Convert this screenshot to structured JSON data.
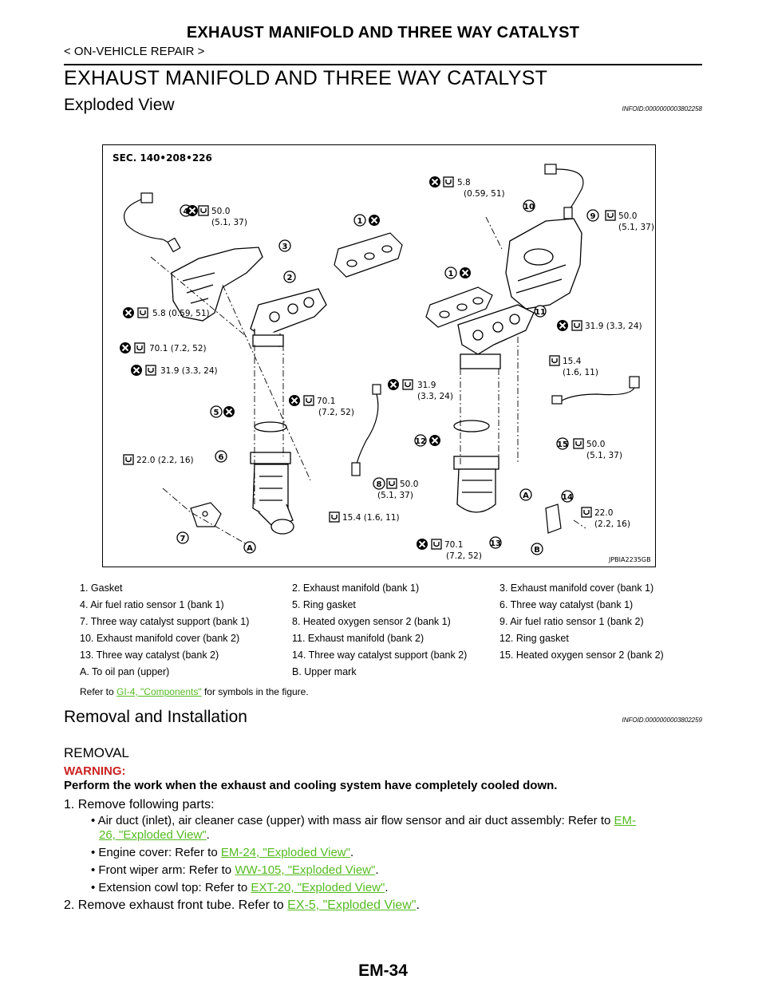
{
  "header": {
    "title": "EXHAUST MANIFOLD AND THREE WAY CATALYST",
    "breadcrumb": "< ON-VEHICLE REPAIR >"
  },
  "section_title": "EXHAUST MANIFOLD AND THREE WAY CATALYST",
  "exploded": {
    "title": "Exploded View",
    "info_id": "INFOID:0000000003802258"
  },
  "figure": {
    "sec_label": "SEC. 140•208•226",
    "figure_id": "JPBIA2235GB",
    "torques": [
      {
        "id": "t1",
        "line1": "5.8",
        "line2": "(0.59, 51)"
      },
      {
        "id": "t2",
        "line1": "50.0",
        "line2": "(5.1, 37)"
      },
      {
        "id": "t3",
        "line1": "50.0",
        "line2": "(5.1, 37)"
      },
      {
        "id": "t4",
        "line1": "5.8 (0.59, 51)",
        "line2": ""
      },
      {
        "id": "t5",
        "line1": "31.9 (3.3, 24)",
        "line2": ""
      },
      {
        "id": "t6",
        "line1": "70.1 (7.2, 52)",
        "line2": ""
      },
      {
        "id": "t7",
        "line1": "15.4",
        "line2": "(1.6, 11)"
      },
      {
        "id": "t8",
        "line1": "31.9 (3.3, 24)",
        "line2": ""
      },
      {
        "id": "t9",
        "line1": "31.9",
        "line2": "(3.3, 24)"
      },
      {
        "id": "t10",
        "line1": "70.1",
        "line2": "(7.2, 52)"
      },
      {
        "id": "t11",
        "line1": "50.0",
        "line2": "(5.1, 37)"
      },
      {
        "id": "t12",
        "line1": "22.0 (2.2, 16)",
        "line2": ""
      },
      {
        "id": "t13",
        "line1": "50.0",
        "line2": "(5.1, 37)"
      },
      {
        "id": "t14",
        "line1": "22.0",
        "line2": "(2.2, 16)"
      },
      {
        "id": "t15",
        "line1": "15.4 (1.6, 11)",
        "line2": ""
      },
      {
        "id": "t16",
        "line1": "70.1",
        "line2": "(7.2, 52)"
      }
    ],
    "callouts": [
      "1",
      "1",
      "2",
      "3",
      "4",
      "5",
      "6",
      "7",
      "8",
      "9",
      "10",
      "11",
      "12",
      "13",
      "14",
      "15",
      "A",
      "A",
      "B"
    ]
  },
  "legend": {
    "rows": [
      [
        "1. Gasket",
        "2. Exhaust manifold (bank 1)",
        "3. Exhaust manifold cover (bank 1)"
      ],
      [
        "4. Air fuel ratio sensor 1 (bank 1)",
        "5. Ring gasket",
        "6. Three way catalyst (bank 1)"
      ],
      [
        "7. Three way catalyst support (bank 1)",
        "8. Heated oxygen sensor 2 (bank 1)",
        "9. Air fuel ratio sensor 1 (bank 2)"
      ],
      [
        "10. Exhaust manifold cover (bank 2)",
        "11. Exhaust manifold (bank 2)",
        "12. Ring gasket"
      ],
      [
        "13. Three way catalyst (bank 2)",
        "14. Three way catalyst support (bank 2)",
        "15. Heated oxygen sensor 2 (bank 2)"
      ],
      [
        "A. To oil pan (upper)",
        "B. Upper mark",
        ""
      ]
    ],
    "refer_prefix": "Refer to ",
    "refer_link": "GI-4, \"Components\"",
    "refer_suffix": " for symbols in the figure."
  },
  "removal_section": {
    "title": "Removal and Installation",
    "info_id": "INFOID:0000000003802259",
    "heading": "REMOVAL",
    "warning_label": "WARNING:",
    "warning_text": "Perform the work when the exhaust and cooling system have completely cooled down.",
    "step1": "1.  Remove following parts:",
    "bullets": [
      {
        "text": "• Air duct (inlet), air cleaner case (upper) with mass air flow sensor and air duct assembly: Refer to ",
        "link": "EM-",
        "link2": "26, \"Exploded View\"",
        "end": "."
      },
      {
        "text": "• Engine cover: Refer to ",
        "link": "EM-24, \"Exploded View\"",
        "end": "."
      },
      {
        "text": "• Front wiper arm: Refer to ",
        "link": "WW-105, \"Exploded View\"",
        "end": "."
      },
      {
        "text": "• Extension cowl top: Refer to ",
        "link": "EXT-20, \"Exploded View\"",
        "end": "."
      }
    ],
    "step2_text": "2.  Remove exhaust front tube. Refer to ",
    "step2_link": "EX-5, \"Exploded View\"",
    "step2_end": "."
  },
  "footer": {
    "page": "EM-34"
  }
}
